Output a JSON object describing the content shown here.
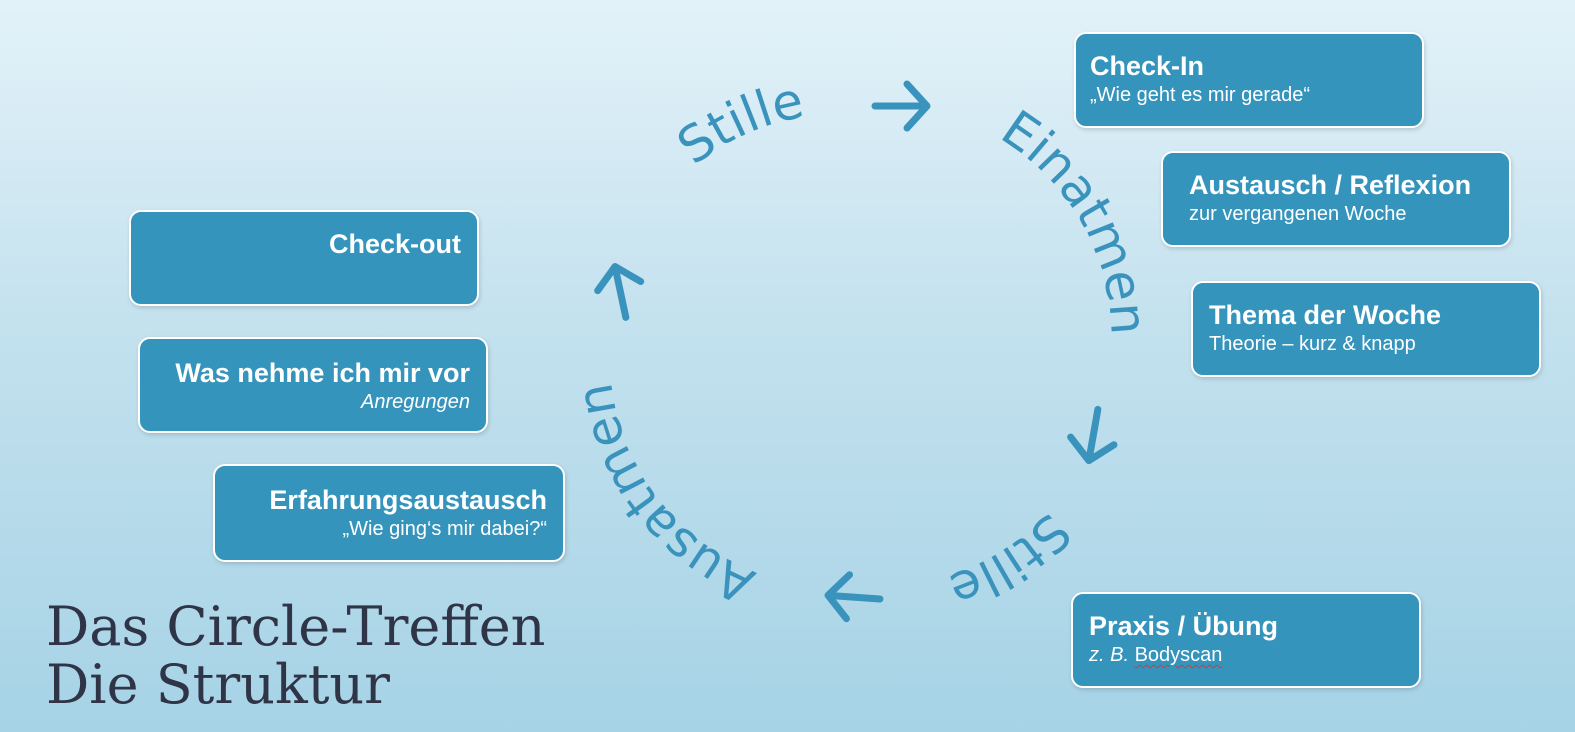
{
  "title": {
    "line1": "Das Circle-Treffen",
    "line2": "Die Struktur"
  },
  "cycle": {
    "color": "#3a93bd",
    "labels": [
      "Stille",
      "Einatmen",
      "Stille",
      "Ausatmen"
    ],
    "arrow_glyph": "→"
  },
  "right_boxes": [
    {
      "title": "Check-In",
      "subtitle": "„Wie geht es mir gerade“"
    },
    {
      "title": "Austausch / Reflexion",
      "subtitle": "zur vergangenen Woche"
    },
    {
      "title": "Thema der Woche",
      "subtitle": "Theorie – kurz & knapp"
    },
    {
      "title": "Praxis / Übung",
      "subtitle_prefix": "z. B.",
      "subtitle_word": "Bodyscan"
    }
  ],
  "left_boxes": [
    {
      "title": "Check-out"
    },
    {
      "title": "Was nehme ich mir vor",
      "subtitle": "Anregungen"
    },
    {
      "title": "Erfahrungsaustausch",
      "subtitle": "„Wie ging‘s mir dabei?“"
    }
  ],
  "colors": {
    "box_fill": "#3594bc",
    "box_border": "#ffffff",
    "title_text": "#2f3446"
  }
}
